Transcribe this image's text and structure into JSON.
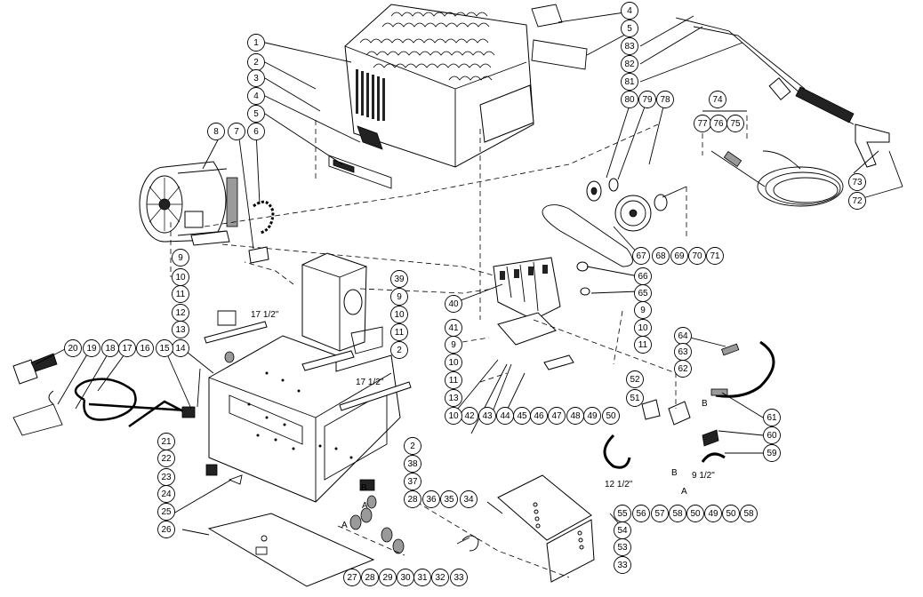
{
  "callouts": [
    "1",
    "2",
    "3",
    "4",
    "5",
    "8",
    "7",
    "6",
    "9",
    "10",
    "11",
    "12",
    "13",
    "14",
    "15",
    "16",
    "17",
    "18",
    "19",
    "20",
    "21",
    "22",
    "23",
    "24",
    "25",
    "26",
    "2",
    "38",
    "37",
    "28",
    "36",
    "35",
    "34",
    "27",
    "28",
    "29",
    "30",
    "31",
    "32",
    "33",
    "4",
    "5",
    "83",
    "82",
    "81",
    "80",
    "79",
    "78",
    "74",
    "77",
    "76",
    "75",
    "73",
    "72",
    "67",
    "68",
    "69",
    "70",
    "71",
    "66",
    "65",
    "40",
    "9",
    "10",
    "11",
    "41",
    "9",
    "10",
    "11",
    "64",
    "63",
    "62",
    "61",
    "60",
    "59",
    "52",
    "51",
    "50",
    "49",
    "48",
    "47",
    "46",
    "45",
    "44",
    "43",
    "42",
    "10",
    "39",
    "9",
    "10",
    "11",
    "2",
    "13",
    "55",
    "54",
    "53",
    "33",
    "56",
    "57",
    "58",
    "50",
    "49",
    "50",
    "58"
  ],
  "labels": {
    "dim_17_half_a": "17 1/2\"",
    "dim_17_half_b": "17 1/2\"",
    "dim_12_half": "12 1/2\"",
    "dim_9_half": "9 1/2\"",
    "letter_a1": "A",
    "letter_b1": "B",
    "letter_a2": "A",
    "letter_b2": "B",
    "letter_b3": "B",
    "letter_a3": "A"
  }
}
